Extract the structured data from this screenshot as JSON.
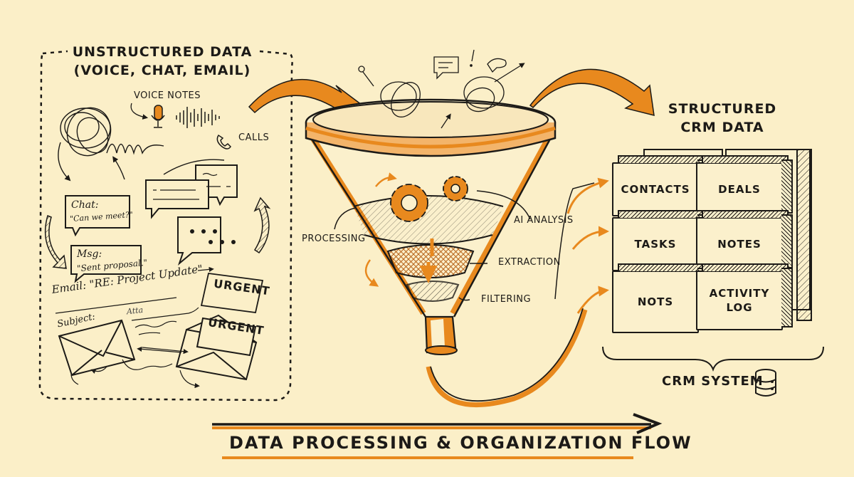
{
  "colors": {
    "background": "#fbefc8",
    "accent": "#e8891e",
    "ink": "#1c1a17"
  },
  "left_panel": {
    "title": "UNSTRUCTURED DATA",
    "subtitle": "(VOICE, CHAT, EMAIL)",
    "voice_label": "VOICE NOTES",
    "calls_label": "CALLS",
    "chat_bubble": {
      "line1": "Chat:",
      "line2": "\"Can we meet?\""
    },
    "msg_bubble": {
      "line1": "Msg:",
      "line2": "\"Sent proposal.\""
    },
    "email_line": "Email: \"RE: Project Update\"",
    "subject_line": "Subject:",
    "attachment_scribble": "Atta",
    "urgent_labels": [
      "URGENT",
      "URGENT"
    ],
    "icons": [
      "microphone-icon",
      "soundwave-icon",
      "phone-icon",
      "envelope-icon",
      "open-envelope-icon"
    ]
  },
  "funnel": {
    "stages": [
      {
        "label": "AI ANALYSIS"
      },
      {
        "label": "PROCESSING"
      },
      {
        "label": "EXTRACTION"
      },
      {
        "label": "FILTERING"
      }
    ],
    "icons": [
      "gear-icon",
      "gear-icon",
      "speech-bubble-icon"
    ]
  },
  "right_panel": {
    "title_line1": "STRUCTURED",
    "title_line2": "CRM DATA",
    "boxes": [
      {
        "label": "CONTACTS"
      },
      {
        "label": "DEALS"
      },
      {
        "label": "TASKS"
      },
      {
        "label": "NOTES"
      },
      {
        "label": "NOTS"
      },
      {
        "label": "ACTIVITY LOG"
      }
    ],
    "system_label": "CRM SYSTEM",
    "system_icon": "database-icon"
  },
  "footer": {
    "title": "DATA PROCESSING & ORGANIZATION FLOW"
  }
}
